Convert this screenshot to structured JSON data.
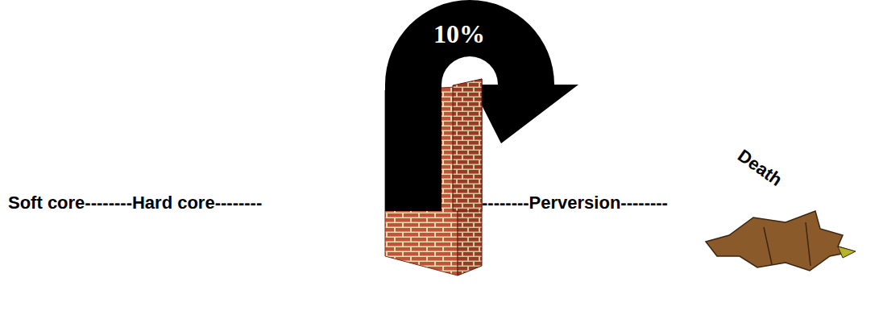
{
  "diagram": {
    "labels": [
      "Soft core--------Hard core--------",
      "10%",
      "--------Perversion--------",
      "Death"
    ]
  }
}
